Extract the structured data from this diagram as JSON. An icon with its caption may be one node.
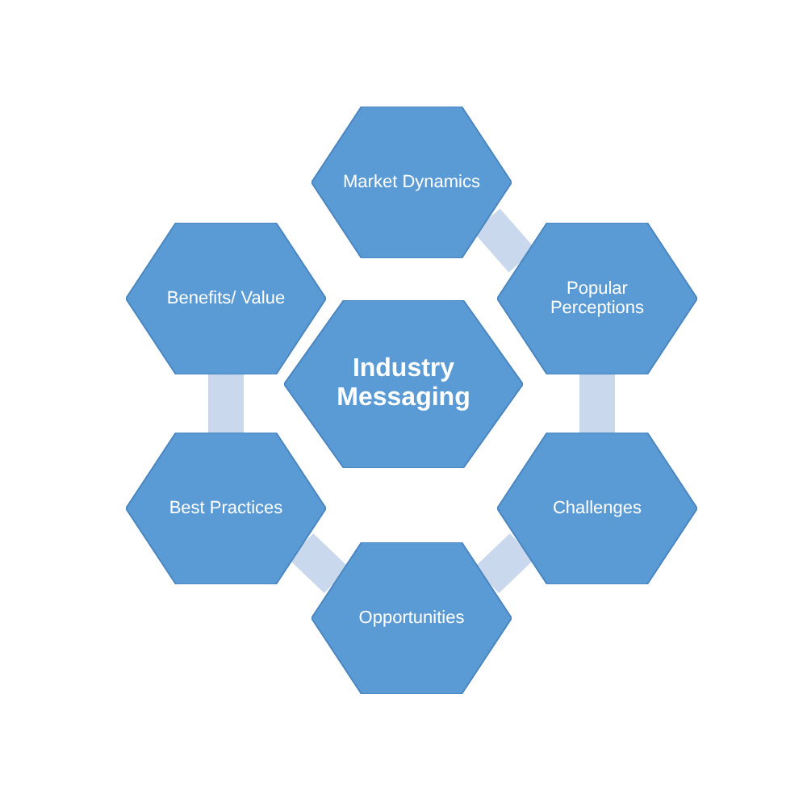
{
  "diagram": {
    "nodes": [
      {
        "text": [
          "Industry Messaging"
        ]
      },
      {
        "text": [
          "Market Dynamics"
        ]
      },
      {
        "text": [
          "Popular Perceptions"
        ]
      },
      {
        "text": [
          "Challenges"
        ]
      },
      {
        "text": [
          "Opportunities"
        ]
      },
      {
        "text": [
          "Best Practices"
        ]
      },
      {
        "text": [
          "Benefits/ Value"
        ]
      }
    ],
    "edges": [
      {
        "from": 1,
        "to": 2,
        "arrow": "none"
      },
      {
        "from": 2,
        "to": 3,
        "arrow": "none"
      },
      {
        "from": 3,
        "to": 4,
        "arrow": "none"
      },
      {
        "from": 4,
        "to": 5,
        "arrow": "none"
      },
      {
        "from": 5,
        "to": 6,
        "arrow": "none"
      }
    ]
  }
}
